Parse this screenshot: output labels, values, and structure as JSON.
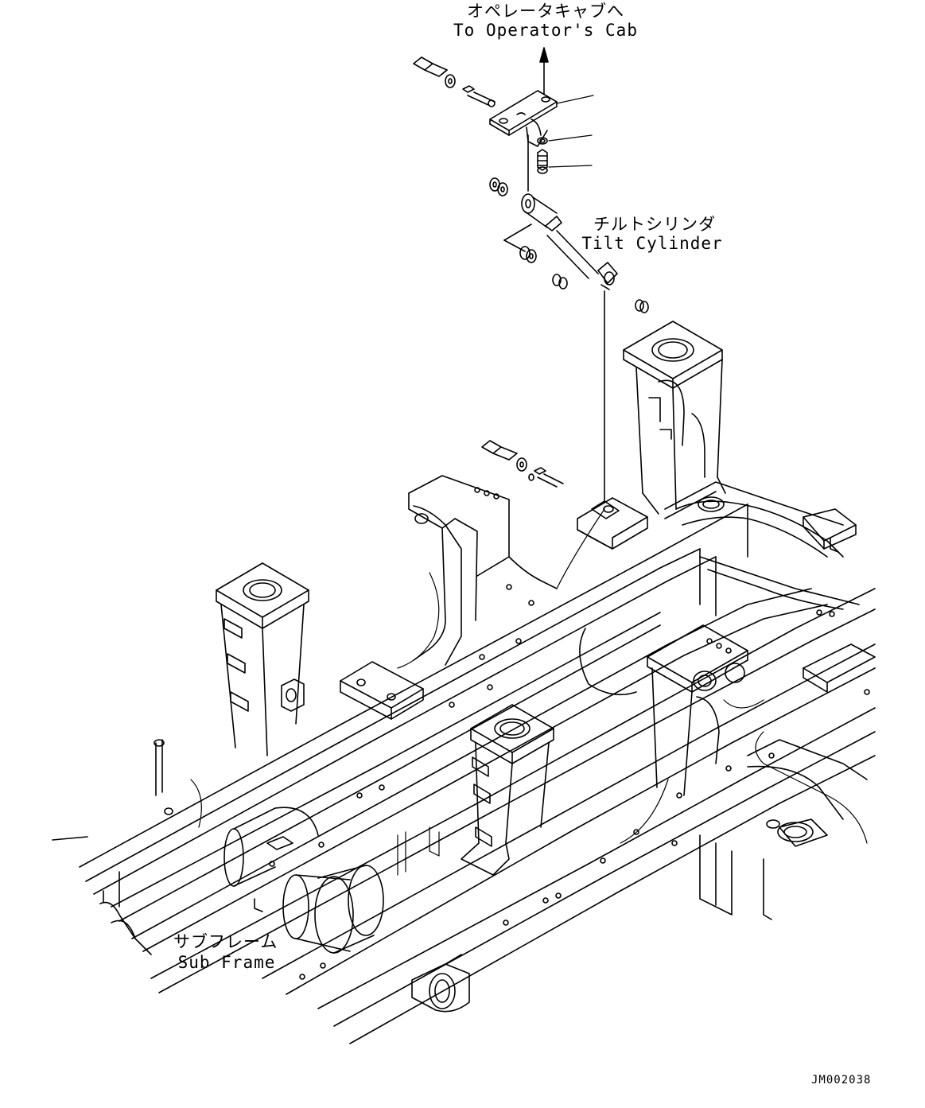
{
  "labels": {
    "cab_jp": "オペレータキャブへ",
    "cab_en": "To Operator's Cab",
    "tilt_jp": "チルトシリンダ",
    "tilt_en": "Tilt Cylinder",
    "sub_jp": "サブフレーム",
    "sub_en": "Sub Frame"
  },
  "drawing_code": "JM002038"
}
